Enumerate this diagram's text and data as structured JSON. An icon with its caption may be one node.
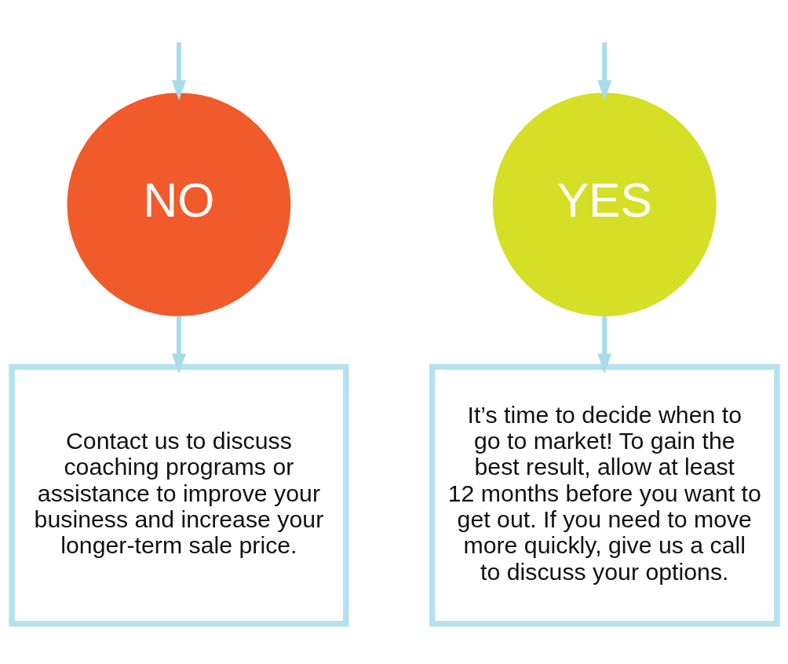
{
  "diagram": {
    "nodes": [
      {
        "text": [
          "NO"
        ]
      },
      {
        "text": [
          "YES"
        ]
      },
      {
        "text": [
          "Contact us to discuss coaching programs or assistance to improve your business and increase your longer-term sale price."
        ]
      },
      {
        "text": [
          "It’s time to decide when to go to market! To gain the best result, allow at least 12 months before you want to get out. If you need to move more quickly, give us a call to discuss your options."
        ]
      }
    ],
    "edges": [
      {
        "from": null,
        "to": 0,
        "arrow": "to"
      },
      {
        "from": null,
        "to": 1,
        "arrow": "to"
      },
      {
        "from": 0,
        "to": 2,
        "arrow": "to"
      },
      {
        "from": 1,
        "to": 3,
        "arrow": "to"
      }
    ]
  }
}
